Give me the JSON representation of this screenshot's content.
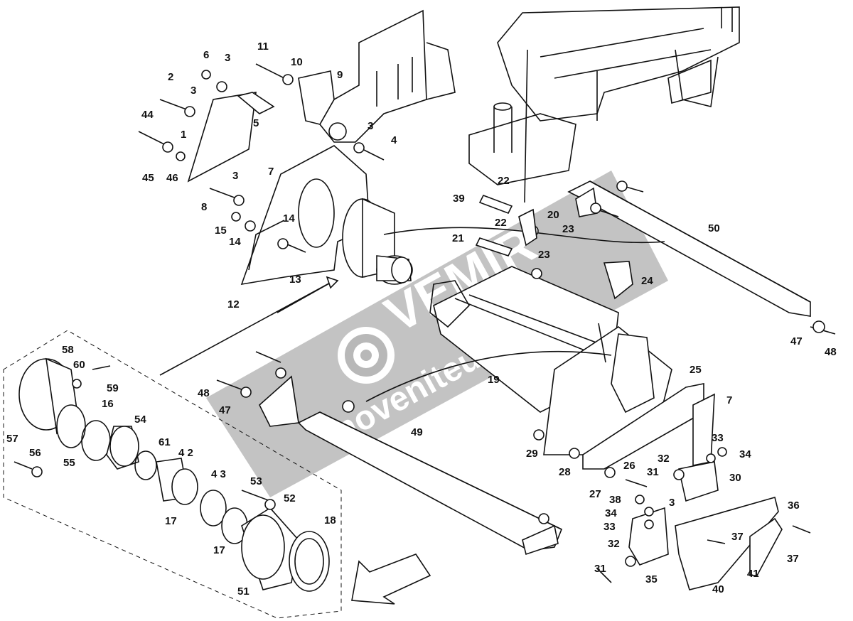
{
  "watermark": {
    "brand": "VEMIR",
    "site": "moveniteu",
    "color": "#b8b8b8"
  },
  "labels": {
    "l1": "1",
    "l2": "2",
    "l3a": "3",
    "l3b": "3",
    "l3c": "3",
    "l3d": "3",
    "l3e": "3",
    "l4": "4",
    "l5": "5",
    "l6": "6",
    "l7a": "7",
    "l7b": "7",
    "l8": "8",
    "l9": "9",
    "l10": "10",
    "l11": "11",
    "l12": "12",
    "l13": "13",
    "l14a": "14",
    "l14b": "14",
    "l15": "15",
    "l16": "16",
    "l17a": "17",
    "l17b": "17",
    "l18": "18",
    "l19": "19",
    "l20": "20",
    "l21": "21",
    "l22a": "22",
    "l22b": "22",
    "l23a": "23",
    "l23b": "23",
    "l24": "24",
    "l25": "25",
    "l26": "26",
    "l27": "27",
    "l28": "28",
    "l29": "29",
    "l30": "30",
    "l31a": "31",
    "l31b": "31",
    "l32a": "32",
    "l32b": "32",
    "l33a": "33",
    "l33b": "33",
    "l34a": "34",
    "l34b": "34",
    "l35": "35",
    "l36": "36",
    "l37a": "37",
    "l37b": "37",
    "l38": "38",
    "l40": "40",
    "l41": "41",
    "l42": "4 2",
    "l43": "4 3",
    "l44": "44",
    "l45": "45",
    "l46": "46",
    "l47a": "47",
    "l47b": "47",
    "l48a": "48",
    "l48b": "48",
    "l49": "49",
    "l50": "50",
    "l51": "51",
    "l52": "52",
    "l53": "53",
    "l54": "54",
    "l55": "55",
    "l56": "56",
    "l57": "57",
    "l58": "58",
    "l59": "59",
    "l60": "60",
    "l61": "61",
    "l39": "39"
  }
}
